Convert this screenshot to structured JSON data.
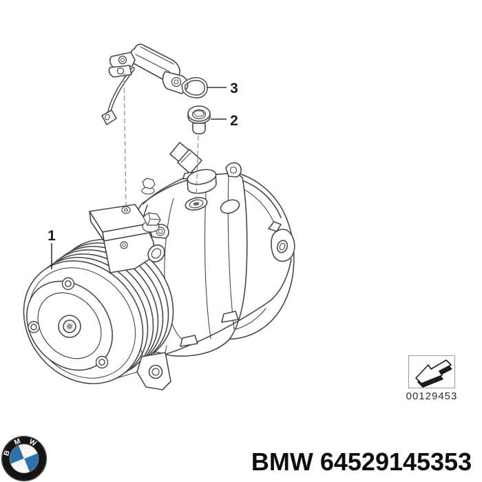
{
  "page": {
    "background": "#ffffff"
  },
  "diagram": {
    "callouts": [
      {
        "number": "1"
      },
      {
        "number": "2"
      },
      {
        "number": "3"
      }
    ],
    "photo_box": {
      "image_code": "00129453",
      "icon": "photo-direction-arrow"
    }
  },
  "footer": {
    "title": "BMW 64529145353"
  },
  "logo": {
    "letter_b": "B",
    "letter_m": "M",
    "letter_w": "W",
    "blue": "#2e6fad",
    "ring": "#141414"
  },
  "colors": {
    "line": "#474747",
    "text": "#111111"
  }
}
